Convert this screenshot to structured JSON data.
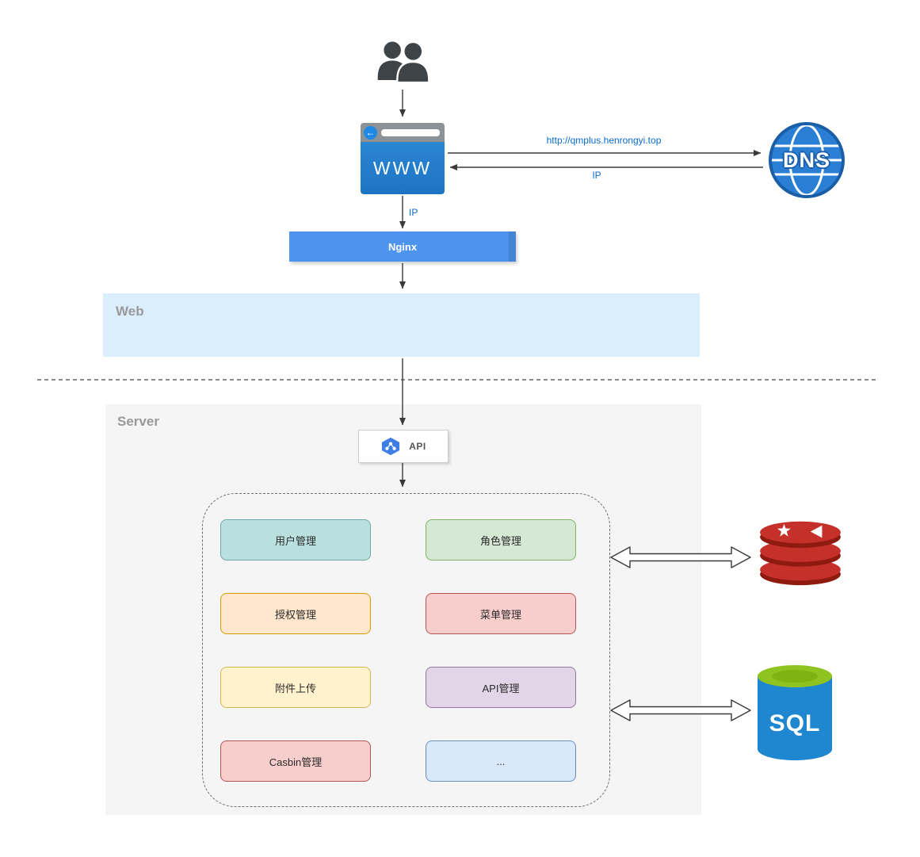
{
  "nodes": {
    "users": {
      "icon": "users-icon"
    },
    "browser": {
      "label": "WWW",
      "icon": "browser-window-icon"
    },
    "dns": {
      "label": "DNS",
      "icon": "globe-icon"
    },
    "nginx": {
      "label": "Nginx"
    },
    "web_zone": {
      "label": "Web"
    },
    "server_zone": {
      "label": "Server"
    },
    "api": {
      "label": "API",
      "icon": "api-hexagon-icon"
    },
    "redis": {
      "icon": "redis-stack-icon"
    },
    "sql": {
      "label": "SQL",
      "icon": "database-cylinder-icon"
    }
  },
  "edges": {
    "browser_to_dns": {
      "label": "http://qmplus.henrongyi.top"
    },
    "dns_to_browser": {
      "label": "IP"
    },
    "browser_to_nginx": {
      "label": "IP"
    }
  },
  "modules": [
    {
      "label": "用户管理",
      "fill": "#b9e0de",
      "border": "#6fa8a4"
    },
    {
      "label": "角色管理",
      "fill": "#d5e8d4",
      "border": "#82b366"
    },
    {
      "label": "授权管理",
      "fill": "#ffe6cc",
      "border": "#d79b00"
    },
    {
      "label": "菜单管理",
      "fill": "#f8cecc",
      "border": "#b85450"
    },
    {
      "label": "附件上传",
      "fill": "#fff2cc",
      "border": "#d6b656"
    },
    {
      "label": "API管理",
      "fill": "#e1d5e7",
      "border": "#9673a6"
    },
    {
      "label": "Casbin管理",
      "fill": "#f8cecc",
      "border": "#b85450"
    },
    {
      "label": "...",
      "fill": "#dae8fc",
      "border": "#6c8ebf"
    }
  ],
  "colors": {
    "label-blue": "#0b6bc8",
    "arrow": "#3a3a3a",
    "nginx-fill": "#4d94ee",
    "web-zone-fill": "#daeefb",
    "server-zone-fill": "#f5f5f5",
    "zone-label": "#999999",
    "browser-bar": "#8d9297",
    "browser-body": "#1d74c4",
    "dns-fill": "#2a7fd4",
    "dns-edge": "#1b5ea8",
    "api-hex": "#3d7de4",
    "redis-red": "#c6302b",
    "redis-dark": "#8f1b10",
    "sql-blue": "#1f86d0",
    "sql-green": "#8fc31f",
    "users-gray": "#3e4347"
  }
}
